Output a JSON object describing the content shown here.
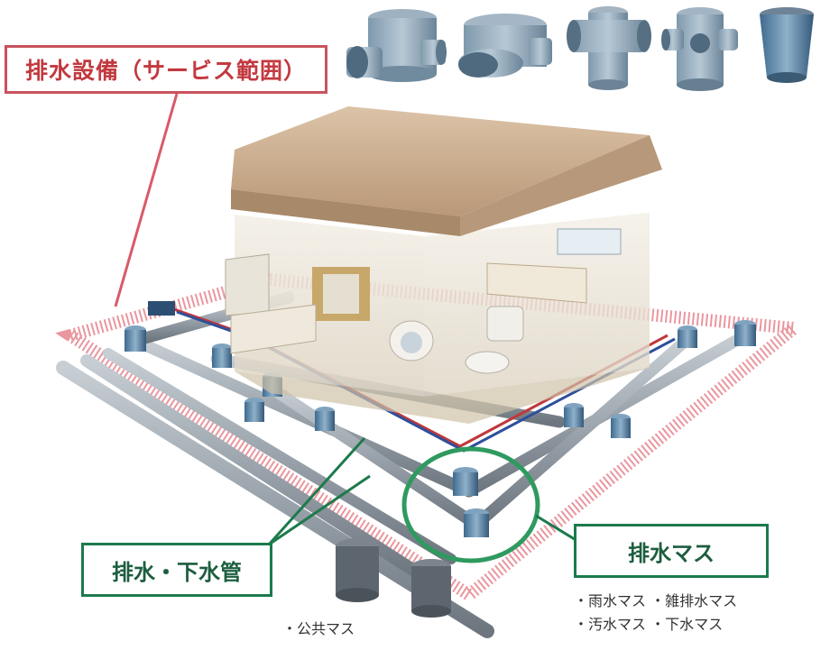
{
  "labels": {
    "drainage_title": "排水設備（サービス範囲）",
    "drain_sewer_pipe": "排水・下水管",
    "drain_basin": "排水マス",
    "public_basin": "・公共マス",
    "basin_types": [
      "・雨水マス ・雑排水マス",
      "・汚水マス ・下水マス"
    ]
  },
  "colors": {
    "service_area": "#e2737d",
    "title_border": "#c9535e",
    "callout_green": "#1d7a4c",
    "pipe": "#8a939c",
    "basin": "#5b86a8",
    "hot_line": "#c0383c",
    "cold_line": "#2f4f9b"
  },
  "icons": [
    "pipe-fitting-tee-icon",
    "pipe-fitting-elbow-icon",
    "pipe-fitting-cross-icon",
    "pipe-fitting-junction-icon",
    "pipe-bucket-icon"
  ]
}
